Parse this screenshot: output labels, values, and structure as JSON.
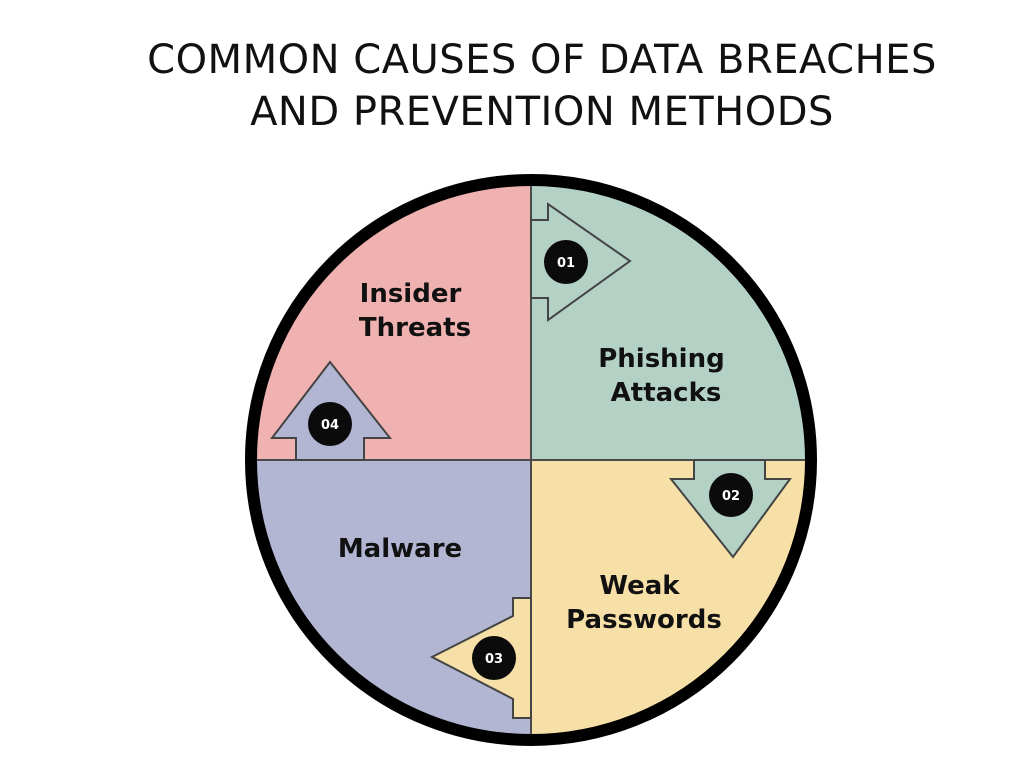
{
  "title": {
    "line1": "COMMON CAUSES OF DATA BREACHES",
    "line2": "AND PREVENTION METHODS"
  },
  "colors": {
    "insider": "#f0b1b1",
    "phishing": "#b3d1c4",
    "weak": "#f7e0a8",
    "malware": "#b2b6d3",
    "ring": "#000000",
    "badge": "#0b0b0b"
  },
  "quadrants": {
    "insider": {
      "line1": "Insider",
      "line2": "Threats"
    },
    "phishing": {
      "line1": "Phishing",
      "line2": "Attacks"
    },
    "weak": {
      "line1": "Weak",
      "line2": "Passwords"
    },
    "malware": {
      "line1": "Malware"
    }
  },
  "steps": {
    "s1": "01",
    "s2": "02",
    "s3": "03",
    "s4": "04"
  }
}
